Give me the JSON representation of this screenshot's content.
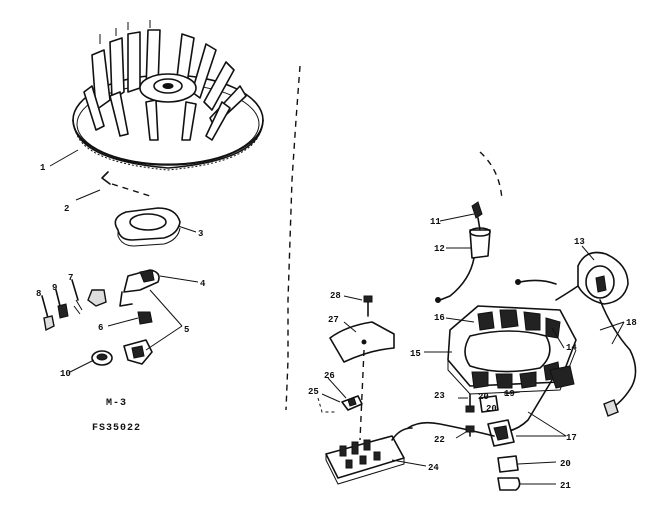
{
  "diagram": {
    "caption_code": "M-3",
    "caption_ref": "FS35022",
    "callouts": [
      "1",
      "2",
      "3",
      "4",
      "5",
      "6",
      "7",
      "8",
      "9",
      "10",
      "11",
      "12",
      "13",
      "14",
      "15",
      "16",
      "17",
      "18",
      "19",
      "20",
      "20",
      "20",
      "21",
      "22",
      "23",
      "24",
      "25",
      "26",
      "27",
      "28"
    ]
  }
}
